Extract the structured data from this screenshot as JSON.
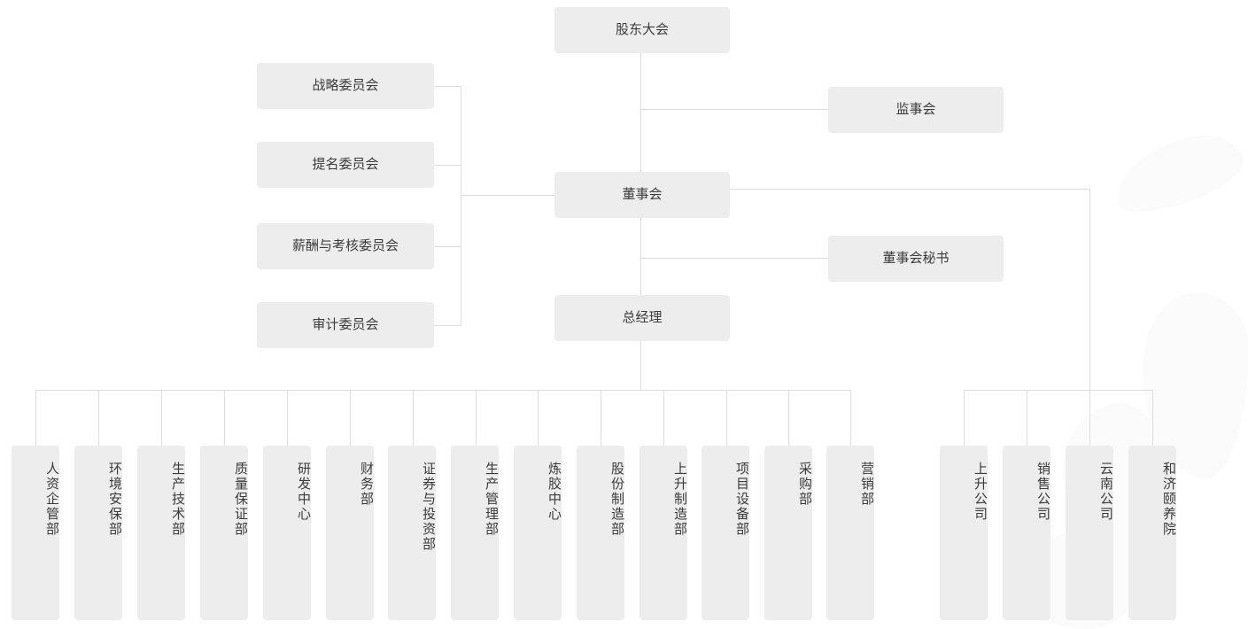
{
  "chart_title": "",
  "colors": {
    "box_fill": "#ededed",
    "box_text": "#3b3b3b",
    "line": "#dcdcdc",
    "background": "#ffffff",
    "watermark": "#fbfbfb"
  },
  "org": {
    "top": {
      "label": "股东大会"
    },
    "supervisory": {
      "label": "监事会"
    },
    "board": {
      "label": "董事会"
    },
    "board_secretary": {
      "label": "董事会秘书"
    },
    "general_manager": {
      "label": "总经理"
    },
    "committees": [
      {
        "label": "战略委员会"
      },
      {
        "label": "提名委员会"
      },
      {
        "label": "薪酬与考核委员会"
      },
      {
        "label": "审计委员会"
      }
    ],
    "departments": [
      {
        "label": "人资企管部"
      },
      {
        "label": "环境安保部"
      },
      {
        "label": "生产技术部"
      },
      {
        "label": "质量保证部"
      },
      {
        "label": "研发中心"
      },
      {
        "label": "财务部"
      },
      {
        "label": "证券与投资部"
      },
      {
        "label": "生产管理部"
      },
      {
        "label": "炼胶中心"
      },
      {
        "label": "股份制造部"
      },
      {
        "label": "上升制造部"
      },
      {
        "label": "项目设备部"
      },
      {
        "label": "采购部"
      },
      {
        "label": "营销部"
      }
    ],
    "subsidiaries": [
      {
        "label": "上升公司"
      },
      {
        "label": "销售公司"
      },
      {
        "label": "云南公司"
      },
      {
        "label": "和济颐养院"
      }
    ]
  }
}
